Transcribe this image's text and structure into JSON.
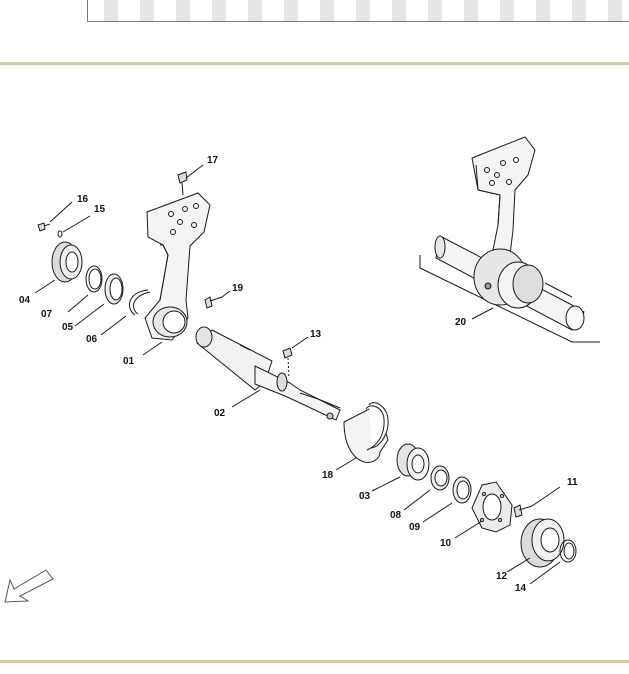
{
  "diagram": {
    "callouts": {
      "c01": "01",
      "c02": "02",
      "c03": "03",
      "c04": "04",
      "c05": "05",
      "c06": "06",
      "c07": "07",
      "c08": "08",
      "c09": "09",
      "c10": "10",
      "c11": "11",
      "c12": "12",
      "c13": "13",
      "c14": "14",
      "c15": "15",
      "c16": "16",
      "c17": "17",
      "c18": "18",
      "c19": "19",
      "c20": "20"
    },
    "colors": {
      "rule": "#d9c9a6",
      "line": "#1a1a1a",
      "part_fill": "#f4f4f4",
      "shade": "#cfcfcf"
    },
    "icons": {
      "direction_arrow": "arrow-down-left-icon"
    }
  }
}
